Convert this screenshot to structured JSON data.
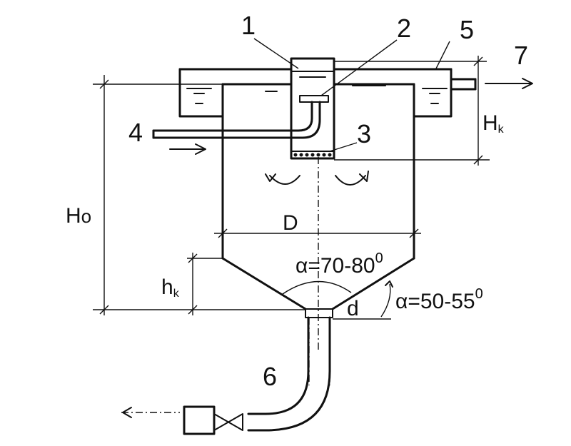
{
  "labels": {
    "n1": "1",
    "n2": "2",
    "n3": "3",
    "n4": "4",
    "n5": "5",
    "n6": "6",
    "n7": "7",
    "ho_main": "H",
    "ho_sub": "o",
    "hk_main": "H",
    "hk_sub": "k",
    "hk_small_main": "h",
    "hk_small_sub": "k",
    "d_big": "D",
    "d_small": "d",
    "alpha_top": "α=70-80",
    "alpha_top_sup": "0",
    "alpha_side": "α=50-55",
    "alpha_side_sup": "0"
  }
}
